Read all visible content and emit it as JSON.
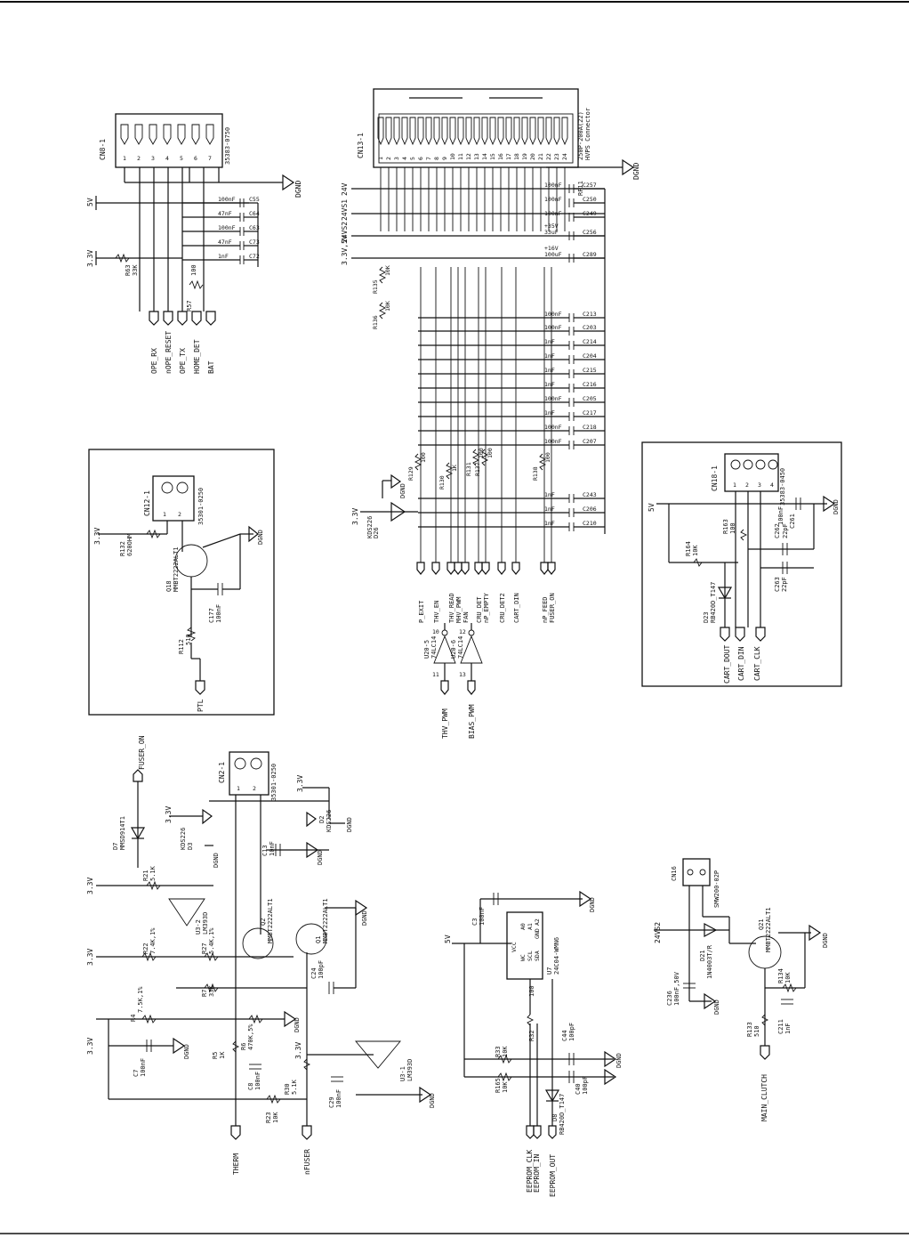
{
  "cn8": {
    "ref": "CN8-1",
    "part": "35383-0750",
    "pins": [
      "1",
      "2",
      "3",
      "4",
      "5",
      "6",
      "7"
    ],
    "gnd": "DGND",
    "rail_5v": "5V",
    "rail_33v": "3.3V",
    "caps": [
      {
        "ref": "C55",
        "val": "100nF"
      },
      {
        "ref": "C64",
        "val": "47nF"
      },
      {
        "ref": "C63",
        "val": "100nF"
      },
      {
        "ref": "C73",
        "val": "47nF"
      },
      {
        "ref": "C72",
        "val": "1nF"
      }
    ],
    "r63": {
      "ref": "R63",
      "val": "33K"
    },
    "r57": {
      "ref": "R57",
      "val": "100"
    },
    "signals": [
      "OPE_RX",
      "nOPE_RESET",
      "OPE_TX",
      "HOME_DET",
      "BAT"
    ]
  },
  "cn13": {
    "ref": "CN13-1",
    "part": "250P-200A(22)",
    "desc": "HVPS Connector",
    "ref2": "RF11",
    "pins": [
      "1",
      "2",
      "3",
      "4",
      "5",
      "6",
      "7",
      "8",
      "9",
      "10",
      "11",
      "12",
      "13",
      "14",
      "15",
      "16",
      "17",
      "18",
      "19",
      "20",
      "21",
      "22",
      "23",
      "24"
    ],
    "gnd": "DGND",
    "rails": [
      "24V",
      "24VS1",
      "24VS2",
      "3.3V,5V"
    ],
    "right_caps": [
      {
        "ref": "C257",
        "val": "100nF"
      },
      {
        "ref": "C250",
        "val": "100nF"
      },
      {
        "ref": "C249",
        "val": "100nF"
      },
      {
        "ref": "C256",
        "val": "33uF",
        "extra": "+35V"
      },
      {
        "ref": "C289",
        "val": "100uF",
        "extra": "+16V"
      },
      {
        "ref": "C213",
        "val": "100nF"
      },
      {
        "ref": "C203",
        "val": "100nF"
      },
      {
        "ref": "C214",
        "val": "1nF"
      },
      {
        "ref": "C204",
        "val": "1nF"
      },
      {
        "ref": "C215",
        "val": "1nF"
      },
      {
        "ref": "C216",
        "val": "1nF"
      },
      {
        "ref": "C205",
        "val": "100nF"
      },
      {
        "ref": "C217",
        "val": "1nF"
      },
      {
        "ref": "C218",
        "val": "100nF"
      },
      {
        "ref": "C207",
        "val": "100nF"
      },
      {
        "ref": "C243",
        "val": "1nF"
      },
      {
        "ref": "C206",
        "val": "1nF"
      },
      {
        "ref": "C210",
        "val": "1nF"
      }
    ],
    "resistors": [
      {
        "ref": "R135",
        "val": "10K"
      },
      {
        "ref": "R136",
        "val": "10K"
      },
      {
        "ref": "R129",
        "val": "100"
      },
      {
        "ref": "R130",
        "val": "1K"
      },
      {
        "ref": "R131",
        "val": "100"
      },
      {
        "ref": "R137",
        "val": "100"
      },
      {
        "ref": "R138",
        "val": "100"
      }
    ],
    "diode": {
      "ref": "D26",
      "part": "KDS226"
    },
    "rail_33v": "3.3V",
    "signals": [
      "P_EXIT",
      "THV_EN",
      "THV_READ",
      "MHV_PWM",
      "FAN",
      "CRU_DET",
      "nP_EMPTY",
      "CRU_DET2",
      "CART_DIN",
      "nP_FEED",
      "FUSER_ON"
    ],
    "inverters": [
      {
        "ref": "U20-5",
        "part": "74LC14",
        "pin_in": "11",
        "pin_out": "10",
        "input": "THV_PWM"
      },
      {
        "ref": "U20-6",
        "part": "74LC14",
        "pin_in": "13",
        "pin_out": "12",
        "input": "BIAS_PWM"
      }
    ]
  },
  "cn12": {
    "ref": "CN12-1",
    "part": "35301-0250",
    "rail": "3.3V",
    "r132": {
      "ref": "R132",
      "val": "620OHM"
    },
    "q18": {
      "ref": "Q18",
      "part": "MMBT2222ALT1"
    },
    "c177": {
      "ref": "C177",
      "val": "100nF"
    },
    "r112": {
      "ref": "R112",
      "val": "510"
    },
    "gnd": "DGND",
    "signal": "PTL"
  },
  "cn18": {
    "ref": "CN18-1",
    "part": "35383-0450",
    "rail": "5V",
    "gnd": "DGND",
    "c261": {
      "ref": "C261",
      "val": "100nF"
    },
    "r164": {
      "ref": "R164",
      "val": "10K"
    },
    "r163": {
      "ref": "R163",
      "val": "100"
    },
    "c262": {
      "ref": "C262",
      "val": "22pF"
    },
    "c263": {
      "ref": "C263",
      "val": "22pF"
    },
    "d23": {
      "ref": "D23",
      "part": "RB420D_T147"
    },
    "signals": [
      "CART_DOUT",
      "CART_DIN",
      "CART_CLK"
    ]
  },
  "fuser": {
    "cn2": {
      "ref": "CN2-1",
      "part": "35301-0250"
    },
    "signal_on": "FUSER_ON",
    "d7": {
      "ref": "D7",
      "part": "MMSD914T1"
    },
    "r21": {
      "ref": "R21",
      "val": "5.1K"
    },
    "u3": {
      "ref": "U3-2",
      "part": "LM393D"
    },
    "u31": {
      "ref": "U3-1",
      "part": "LM393D"
    },
    "r22": {
      "ref": "R22",
      "val": "7.4K,1%"
    },
    "r27": {
      "ref": "R27",
      "val": "5.4K,1%"
    },
    "r7": {
      "ref": "R7",
      "val": "33K"
    },
    "r4": {
      "ref": "R4",
      "val": "7.5K,1%"
    },
    "r6": {
      "ref": "R6",
      "val": "470K,5%"
    },
    "r5": {
      "ref": "R5",
      "val": "1K"
    },
    "r30": {
      "ref": "R30",
      "val": "5.1K"
    },
    "r23": {
      "ref": "R23",
      "val": "10K"
    },
    "c7": {
      "ref": "C7",
      "val": "100nF"
    },
    "c8": {
      "ref": "C8",
      "val": "100nF"
    },
    "c13": {
      "ref": "C13",
      "val": "10nF"
    },
    "c24": {
      "ref": "C24",
      "val": "100pF"
    },
    "c29": {
      "ref": "C29",
      "val": "100nF"
    },
    "q1": {
      "ref": "Q1",
      "part": "MMBT2222ALT1"
    },
    "q2": {
      "ref": "Q2",
      "part": "MMBT2222ALT1"
    },
    "d3": {
      "ref": "D3",
      "part": "KDS226"
    },
    "d2": {
      "ref": "D2",
      "part": "KDS226"
    },
    "rails": [
      "3.3V",
      "3.3V",
      "3.3V",
      "3.3V",
      "3.3V",
      "3.3V"
    ],
    "gnd": "DGND",
    "signals": [
      "THERM",
      "nFUSER"
    ]
  },
  "eeprom": {
    "rail": "5V",
    "gnd": "DGND",
    "u7": {
      "ref": "U7",
      "part": "24C04-WMN6"
    },
    "c3": {
      "ref": "C3",
      "val": "100nF"
    },
    "r32": {
      "ref": "R32",
      "val": "100"
    },
    "r33": {
      "ref": "R33",
      "val": "10K"
    },
    "r165": {
      "ref": "R165",
      "val": "10K"
    },
    "c44": {
      "ref": "C44",
      "val": "100pF"
    },
    "c40": {
      "ref": "C40",
      "val": "100pF"
    },
    "d8": {
      "ref": "D8",
      "part": "RB420D_T147"
    },
    "signals": [
      "EEPROM_CLK",
      "EEPROM_IN",
      "EEPROM_OUT"
    ],
    "pin_labels": [
      "VCC",
      "WC",
      "SCL",
      "SDA",
      "GND",
      "A0",
      "A1",
      "A2"
    ]
  },
  "clutch": {
    "cn16": {
      "ref": "CN16",
      "part": "SMW200-02P"
    },
    "rail": "24VS2",
    "d21": {
      "ref": "D21",
      "part": "1N4003T/R"
    },
    "q21": {
      "ref": "Q21",
      "part": "MMBT2222ALT1"
    },
    "c236": {
      "ref": "C236",
      "val": "100nF,50V"
    },
    "r134": {
      "ref": "R134",
      "val": "10K"
    },
    "r133": {
      "ref": "R133",
      "val": "510"
    },
    "c211": {
      "ref": "C211",
      "val": "1nF"
    },
    "gnd": "DGND",
    "signal": "MAIN_CLUTCH"
  }
}
